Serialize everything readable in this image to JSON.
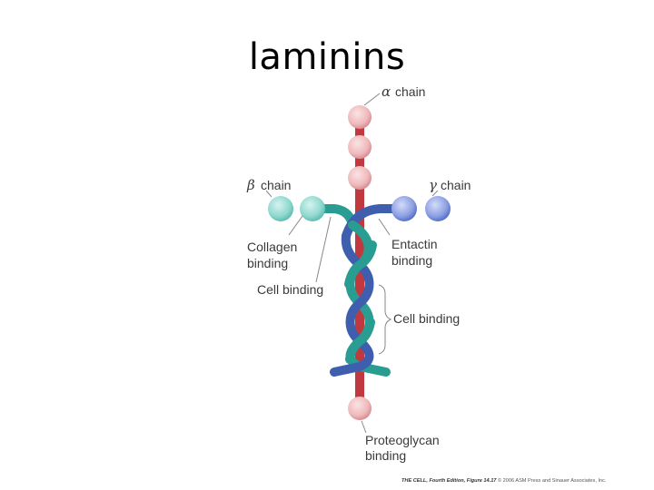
{
  "title": "laminins",
  "labels": {
    "alpha_symbol": "α",
    "alpha_text": "chain",
    "beta_symbol": "β",
    "beta_text": "chain",
    "gamma_symbol": "γ",
    "gamma_text": "chain",
    "collagen_1": "Collagen",
    "collagen_2": "binding",
    "entactin_1": "Entactin",
    "entactin_2": "binding",
    "cell_binding_left": "Cell binding",
    "cell_binding_right": "Cell binding",
    "proteoglycan_1": "Proteoglycan",
    "proteoglycan_2": "binding"
  },
  "credit": {
    "bold": "THE CELL, Fourth Edition, Figure 14.17",
    "rest": "© 2006 ASM Press and Sinauer Associates, Inc."
  },
  "colors": {
    "alpha": "#c0393f",
    "alpha_domain": "#eeb9bc",
    "beta": "#2a9d93",
    "beta_domain": "#8fd8cf",
    "gamma": "#3f5fae",
    "gamma_domain": "#8b9fe2",
    "label_line": "#888888"
  }
}
